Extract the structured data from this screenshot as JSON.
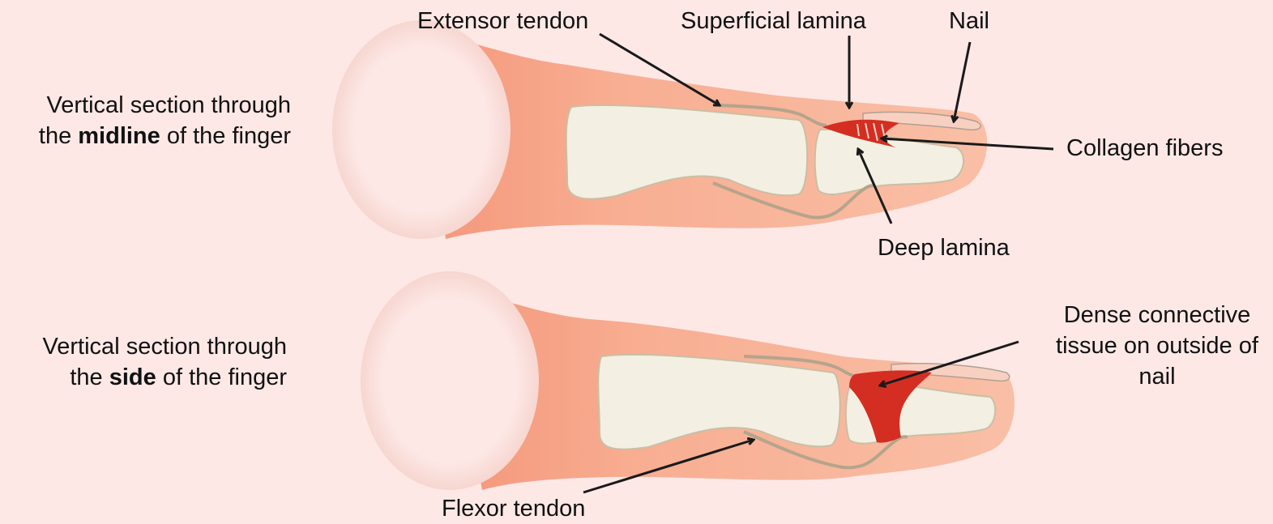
{
  "colors": {
    "background": "#fde8e6",
    "skin": "#f9b59a",
    "skin_dark": "#f5a080",
    "bone": "#f3efe2",
    "bone_outline": "#c9bfa4",
    "tendon": "#b5a48c",
    "highlight": "#d42e22",
    "nail": "#f8d0c2",
    "nail_outline": "#b0a090",
    "arrow": "#1a1a1a"
  },
  "section_labels": {
    "midline": {
      "line1": "Vertical section through",
      "prefix": "the ",
      "bold": "midline",
      "suffix": " of the finger"
    },
    "side": {
      "line1": "Vertical section through",
      "prefix": "the ",
      "bold": "side",
      "suffix": " of the finger"
    }
  },
  "labels": {
    "extensor_tendon": "Extensor tendon",
    "superficial_lamina": "Superficial lamina",
    "nail": "Nail",
    "collagen_fibers": "Collagen fibers",
    "deep_lamina": "Deep lamina",
    "dense_connective": {
      "line1": "Dense connective",
      "line2": "tissue on outside of",
      "line3": "nail"
    },
    "flexor_tendon": "Flexor tendon"
  }
}
